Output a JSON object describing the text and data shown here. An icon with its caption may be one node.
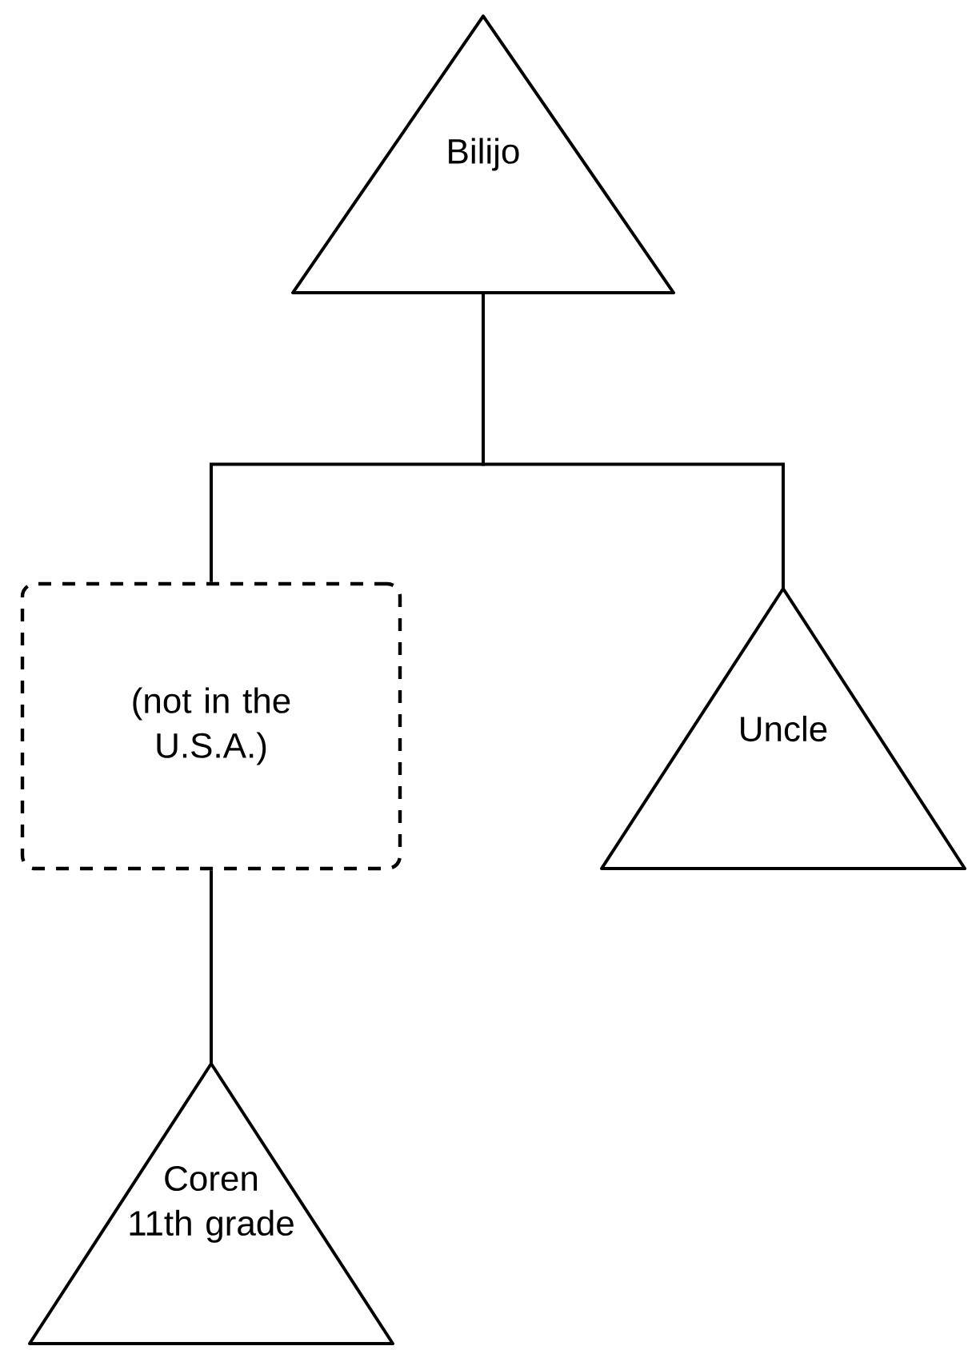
{
  "diagram": {
    "nodes": [
      {
        "text": [
          "Bilijo"
        ]
      },
      {
        "text": [
          "(not in the U.S.A.)"
        ]
      },
      {
        "text": [
          "Uncle"
        ]
      },
      {
        "text": [
          "Coren 11th grade"
        ]
      }
    ],
    "edges": [
      {
        "from": 0,
        "to": 1,
        "arrow": "none"
      },
      {
        "from": 0,
        "to": 2,
        "arrow": "none"
      },
      {
        "from": 1,
        "to": 3,
        "arrow": "none"
      }
    ]
  }
}
